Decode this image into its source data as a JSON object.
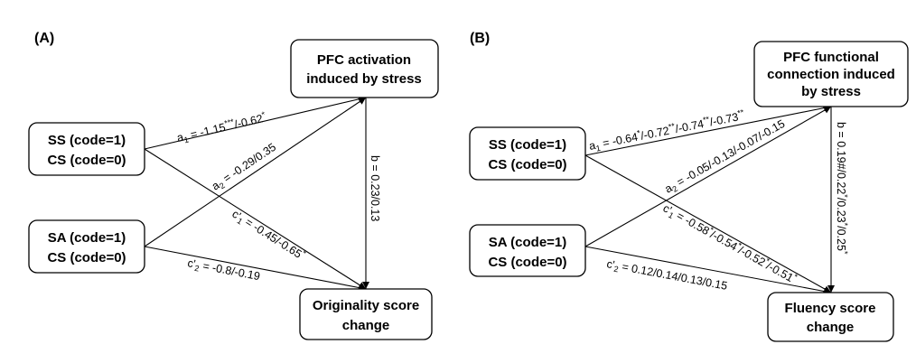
{
  "panel_a": {
    "label": "(A)",
    "nodes": {
      "mediator": [
        "PFC activation",
        "induced by stress"
      ],
      "x1": [
        "SS (code=1)",
        "CS (code=0)"
      ],
      "x2": [
        "SA (code=1)",
        "CS (code=0)"
      ],
      "outcome": [
        "Originality score",
        "change"
      ]
    },
    "paths": {
      "a1": {
        "sym": "a",
        "sub": "1",
        "parts": [
          " = -1.15",
          "***",
          "/-0.62",
          "*"
        ]
      },
      "a2": {
        "sym": "a",
        "sub": "2",
        "parts": [
          " = -0.29/0.35"
        ]
      },
      "b": {
        "sym": "b",
        "parts": [
          " = 0.23/0.13"
        ]
      },
      "c1": {
        "sym": "c'",
        "sub": "1",
        "parts": [
          " = -0.45/-0.65",
          "*"
        ]
      },
      "c2": {
        "sym": "c'",
        "sub": "2",
        "parts": [
          " = -0.8/-0.19"
        ]
      }
    }
  },
  "panel_b": {
    "label": "(B)",
    "nodes": {
      "mediator": [
        "PFC functional",
        "connection induced",
        "by stress"
      ],
      "x1": [
        "SS (code=1)",
        "CS (code=0)"
      ],
      "x2": [
        "SA (code=1)",
        "CS (code=0)"
      ],
      "outcome": [
        "Fluency score",
        "change"
      ]
    },
    "paths": {
      "a1": {
        "sym": "a",
        "sub": "1",
        "parts": [
          " = -0.64",
          "*",
          "/-0.72",
          "**",
          "/-0.74",
          "**",
          "/-0.73",
          "**"
        ]
      },
      "a2": {
        "sym": "a",
        "sub": "2",
        "parts": [
          " = -0.05/-0.13/-0.07/-0.15"
        ]
      },
      "b": {
        "sym": "b",
        "parts": [
          " = 0.19#/0.22",
          "*",
          "/0.23",
          "*",
          "/0.25",
          "*"
        ]
      },
      "c1": {
        "sym": "c'",
        "sub": "1",
        "parts": [
          " = -0.58",
          "*",
          "/-0.54",
          "*",
          "/-0.52",
          "*",
          "/-0.51",
          "*"
        ]
      },
      "c2": {
        "sym": "c'",
        "sub": "2",
        "parts": [
          " = 0.12/0.14/0.13/0.15"
        ]
      }
    }
  }
}
